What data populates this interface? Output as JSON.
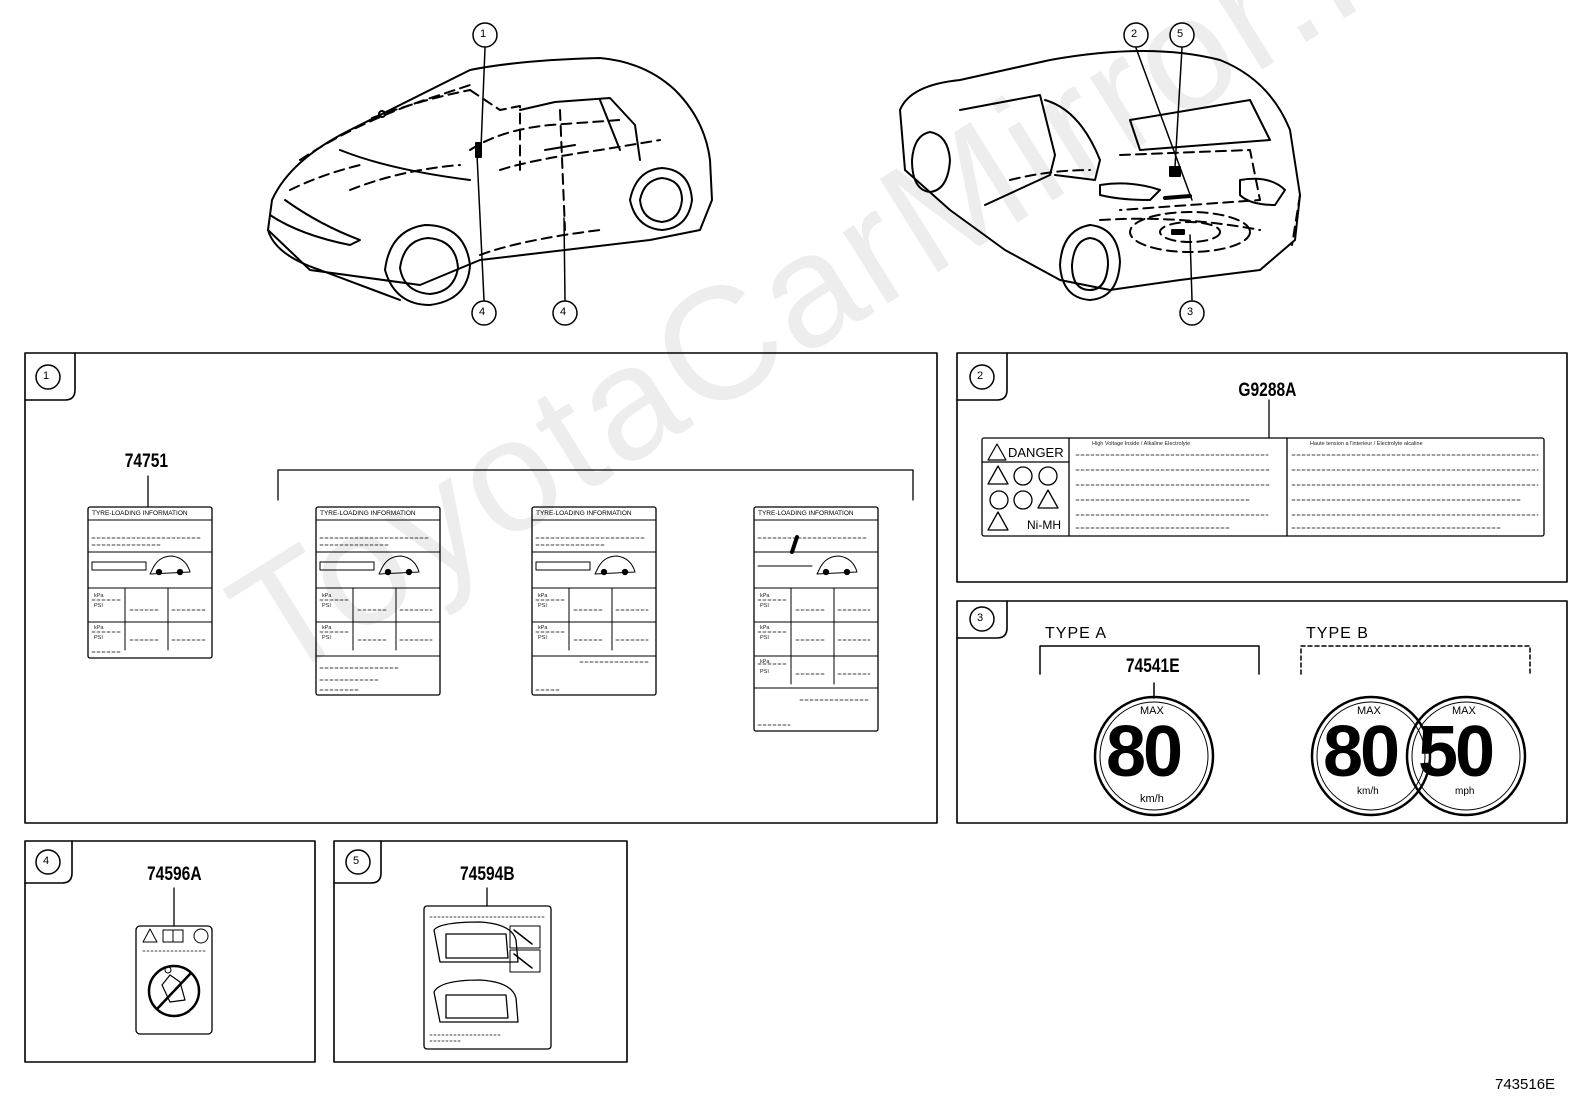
{
  "diagram_id": "743516E",
  "watermark": "ToyotaCarMirror.ru",
  "callouts": [
    "1",
    "2",
    "3",
    "4",
    "5"
  ],
  "panels": {
    "p1": {
      "callout": "1",
      "part_number": "74751",
      "label_title": "TYRE-LOADING INFORMATION",
      "label_rows": [
        "kPa",
        "PSI"
      ]
    },
    "p2": {
      "callout": "2",
      "part_number": "G9288A",
      "danger": "DANGER",
      "battery": "Ni-MH",
      "text_en": "High Voltage Inside / Alkaline Electrolyte",
      "text_fr": "Haute tension a l'interieur / Electrolyte alcaline"
    },
    "p3": {
      "callout": "3",
      "type_a": "TYPE A",
      "type_b": "TYPE B",
      "part_number": "74541E",
      "max": "MAX",
      "speed_kmh": "80",
      "speed_mph": "50",
      "unit_kmh": "km/h",
      "unit_mph": "mph"
    },
    "p4": {
      "callout": "4",
      "part_number": "74596A"
    },
    "p5": {
      "callout": "5",
      "part_number": "74594B"
    }
  }
}
